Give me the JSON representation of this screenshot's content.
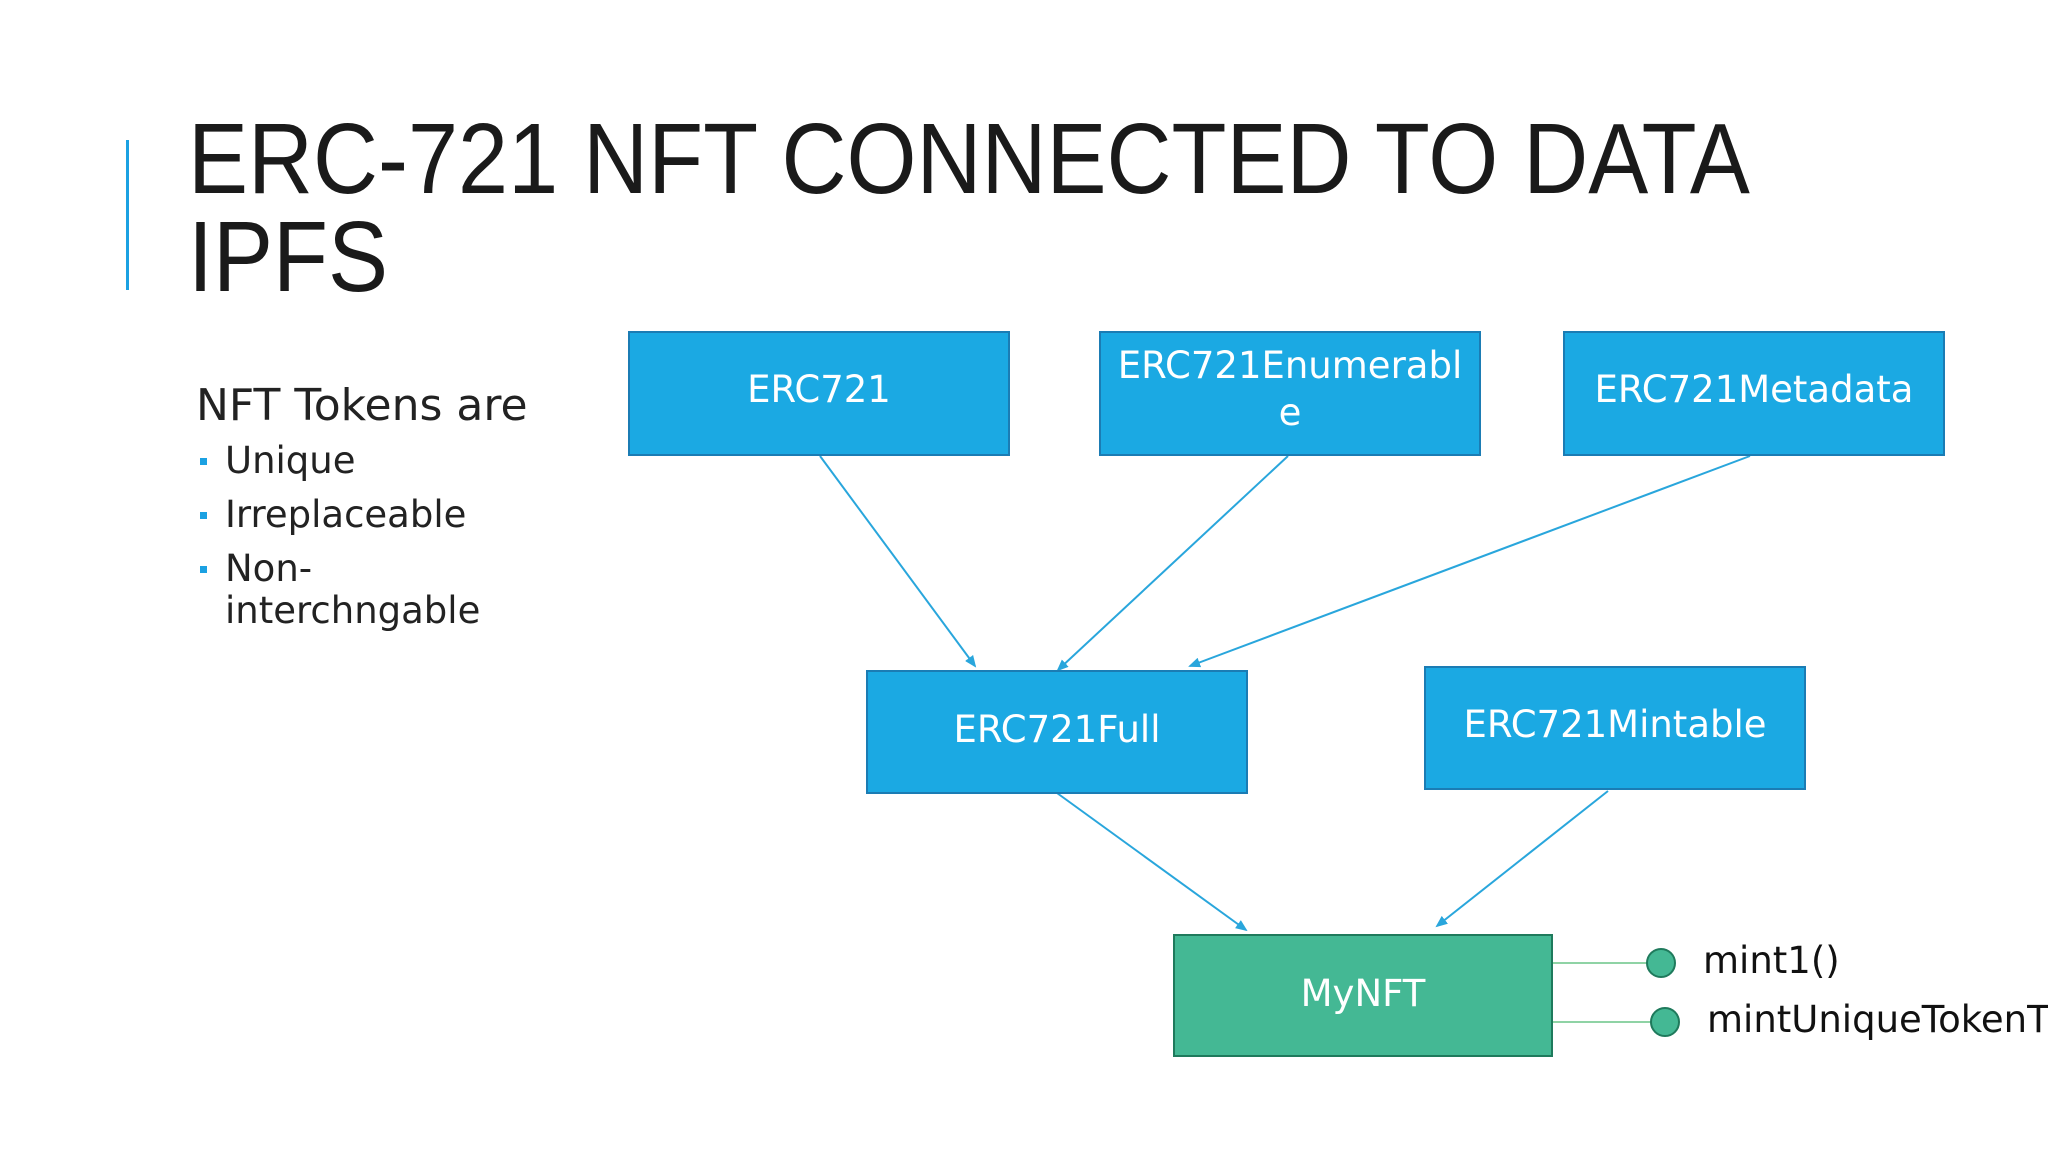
{
  "title": {
    "line1": "ERC-721 NFT CONNECTED TO DATA",
    "line2": "IPFS"
  },
  "lead_text": "NFT Tokens are",
  "bullets": [
    "Unique",
    "Irreplaceable",
    "Non-interchngable"
  ],
  "nodes": {
    "erc721": {
      "label": "ERC721"
    },
    "enumerable": {
      "label_line1": "ERC721Enumerabl",
      "label_line2": "e"
    },
    "metadata": {
      "label": "ERC721Metadata"
    },
    "full": {
      "label": "ERC721Full"
    },
    "mintable": {
      "label": "ERC721Mintable"
    },
    "mynft": {
      "label": "MyNFT"
    }
  },
  "methods": [
    "mint1()",
    "mintUniqueTokenT"
  ],
  "colors": {
    "accent": "#1ba1e2",
    "blue_box": "#1ba9e3",
    "blue_border": "#1b7cb4",
    "green_box": "#44b894",
    "green_border": "#1f7a5c",
    "arrow": "#29a6dc",
    "connector": "#8fd3a5"
  }
}
